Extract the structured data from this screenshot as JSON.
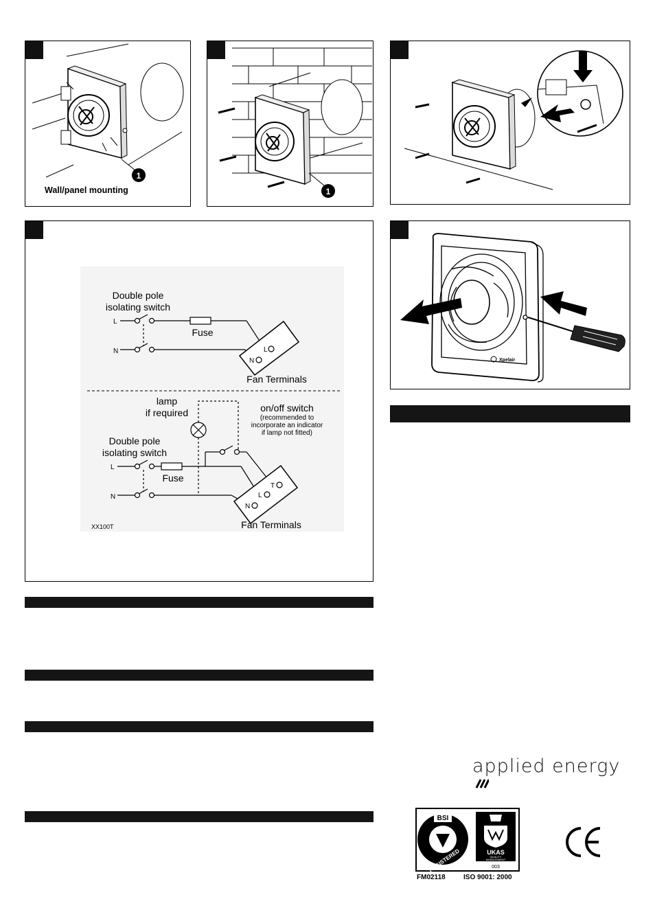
{
  "figure1": {
    "caption": "Wall/panel mounting",
    "callout": "1"
  },
  "figure2": {
    "callout": "1"
  },
  "wiring": {
    "top": {
      "switch_title_1": "Double pole",
      "switch_title_2": "isolating switch",
      "live": "L",
      "neutral": "N",
      "fuse": "Fuse",
      "terminal_l": "L",
      "terminal_n": "N",
      "terminals_label": "Fan Terminals"
    },
    "bottom": {
      "lamp_1": "lamp",
      "lamp_2": "if required",
      "onoff_title": "on/off switch",
      "onoff_note_1": "(recommended to",
      "onoff_note_2": "incorporate an indicator",
      "onoff_note_3": "if lamp not fitted)",
      "switch_title_1": "Double pole",
      "switch_title_2": "isolating switch",
      "live": "L",
      "neutral": "N",
      "fuse": "Fuse",
      "terminal_t": "T",
      "terminal_l": "L",
      "terminal_n": "N",
      "model": "XX100T",
      "terminals_label": "Fan Terminals"
    }
  },
  "brand": {
    "tagline": "applied energy",
    "fan_brand": "Xpelair"
  },
  "cert": {
    "bsi": "BSI",
    "registered": "REGISTERED",
    "ukas": "UKAS",
    "ukas_sub_1": "QUALITY",
    "ukas_sub_2": "MANAGEMENT",
    "ukas_num": "003",
    "fm": "FM02118",
    "iso": "ISO 9001: 2000",
    "ce": "CE"
  }
}
